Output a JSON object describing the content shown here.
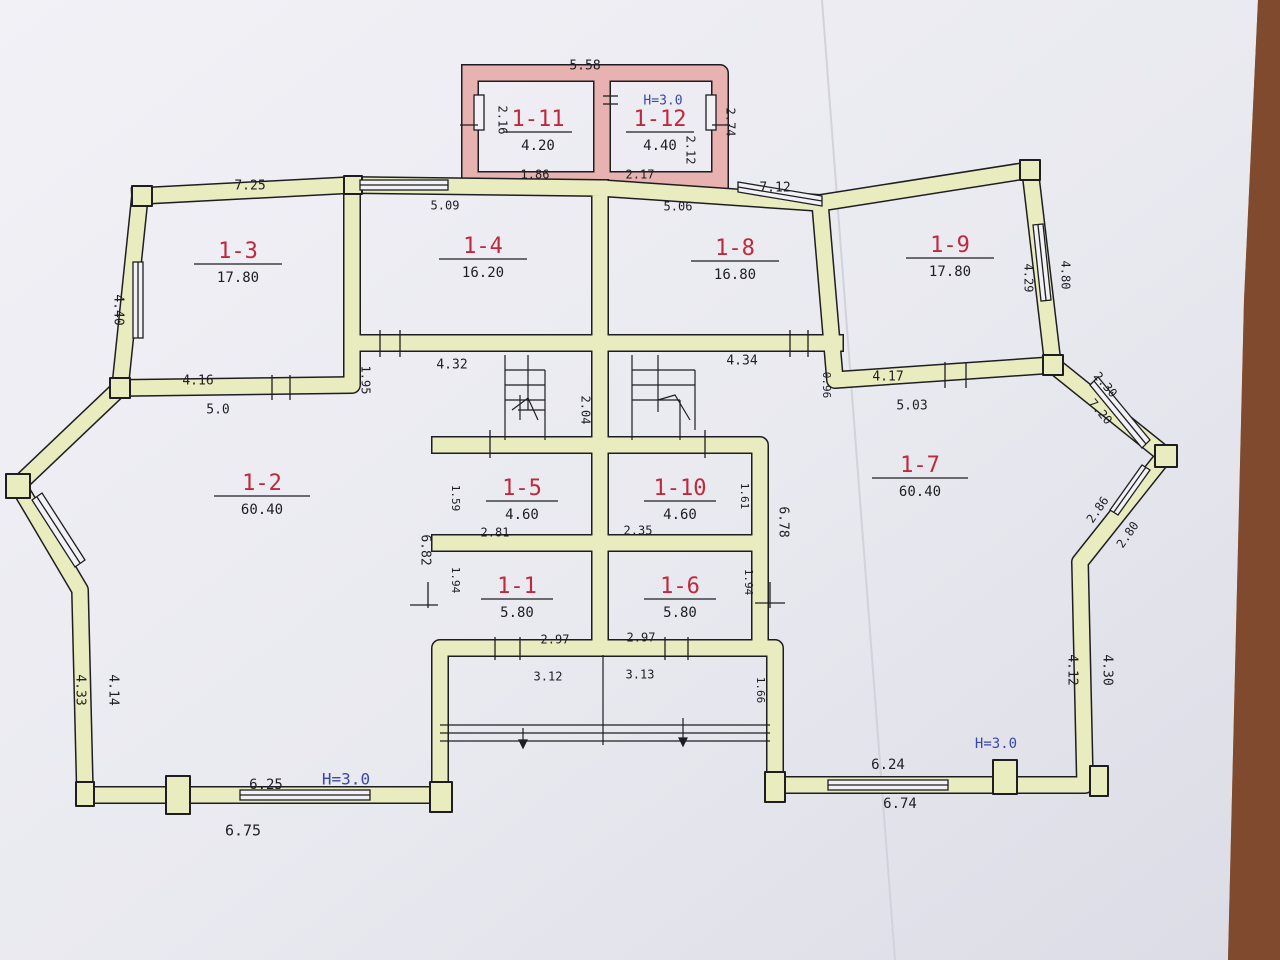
{
  "rooms": [
    {
      "id": "1-11",
      "label": "1-11",
      "area": "4.20"
    },
    {
      "id": "1-12",
      "label": "1-12",
      "area": "4.40"
    },
    {
      "id": "1-3",
      "label": "1-3",
      "area": "17.80"
    },
    {
      "id": "1-4",
      "label": "1-4",
      "area": "16.20"
    },
    {
      "id": "1-8",
      "label": "1-8",
      "area": "16.80"
    },
    {
      "id": "1-9",
      "label": "1-9",
      "area": "17.80"
    },
    {
      "id": "1-2",
      "label": "1-2",
      "area": "60.40"
    },
    {
      "id": "1-5",
      "label": "1-5",
      "area": "4.60"
    },
    {
      "id": "1-10",
      "label": "1-10",
      "area": "4.60"
    },
    {
      "id": "1-7",
      "label": "1-7",
      "area": "60.40"
    },
    {
      "id": "1-1",
      "label": "1-1",
      "area": "5.80"
    },
    {
      "id": "1-6",
      "label": "1-6",
      "area": "5.80"
    }
  ],
  "dimensions": {
    "d558": "5.58",
    "h30_top": "H=3.0",
    "d216": "2.16",
    "d274": "2.74",
    "d212": "2.12",
    "d186": "1.86",
    "d217": "2.17",
    "d725": "7.25",
    "d712": "7.12",
    "d509": "5.09",
    "d506": "5.06",
    "d440": "4.40",
    "d429": "4.29",
    "d480": "4.80",
    "d416": "4.16",
    "d50": "5.0",
    "d195": "1.95",
    "d432": "4.32",
    "d204": "2.04",
    "d434": "4.34",
    "d096": "0.96",
    "d417": "4.17",
    "d503": "5.03",
    "d230": "2.30",
    "d720": "7.20",
    "d286": "2.86",
    "d280": "2.80",
    "d159": "1.59",
    "d281": "2.81",
    "d235": "2.35",
    "d161": "1.61",
    "d682": "6.82",
    "d678": "6.78",
    "d194a": "1.94",
    "d194b": "1.94",
    "d297a": "2.97",
    "d297b": "2.97",
    "d312": "3.12",
    "d313": "3.13",
    "d166": "1.66",
    "d433": "4.33",
    "d414": "4.14",
    "d412": "4.12",
    "d430": "4.30",
    "d625": "6.25",
    "h30_left": "H=3.0",
    "d675": "6.75",
    "d624": "6.24",
    "h30_right": "H=3.0",
    "d674": "6.74"
  },
  "colors": {
    "wall_main": "#e9ecbf",
    "wall_annex": "#e7b2b0",
    "ink": "#1e1e22",
    "room_label": "#c0283c",
    "blue_note": "#3a47a8",
    "paper": "#eaeaf1",
    "table": "#b98560"
  }
}
